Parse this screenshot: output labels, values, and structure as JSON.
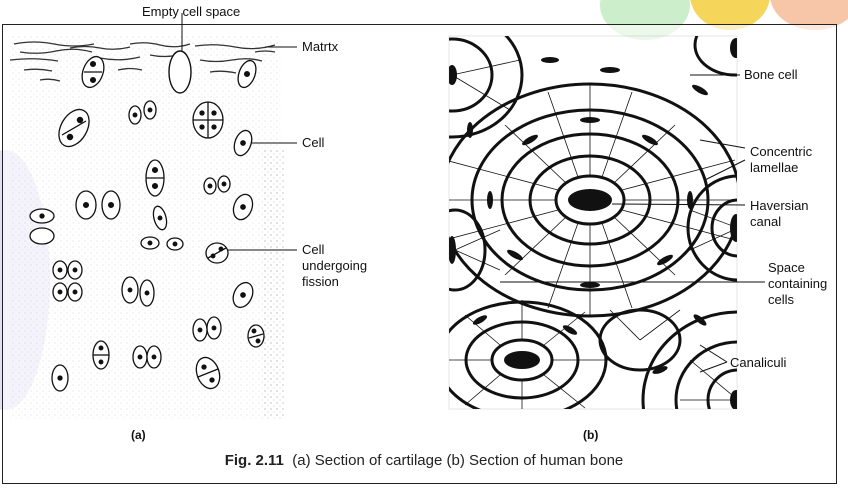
{
  "top_label": "Empty cell space",
  "panel_a": {
    "id": "(a)",
    "labels": {
      "matrix": "Matrtx",
      "cell": "Cell",
      "fission_1": "Cell",
      "fission_2": "undergoing",
      "fission_3": "fission"
    }
  },
  "panel_b": {
    "id": "(b)",
    "labels": {
      "bone_cell": "Bone cell",
      "lamellae_1": "Concentric",
      "lamellae_2": "lamellae",
      "haversian_1": "Haversian",
      "haversian_2": "canal",
      "space_1": "Space",
      "space_2": "containing",
      "space_3": "cells",
      "canaliculi": "Canaliculi"
    }
  },
  "caption": {
    "fig": "Fig. 2.11",
    "text": "(a) Section of cartilage  (b) Section of human bone"
  },
  "colors": {
    "blob_left": "#d9d2f0",
    "blob_mid": "#cdeecb",
    "blob_yellow": "#f6d65a",
    "blob_orange": "#f7c6a8"
  }
}
